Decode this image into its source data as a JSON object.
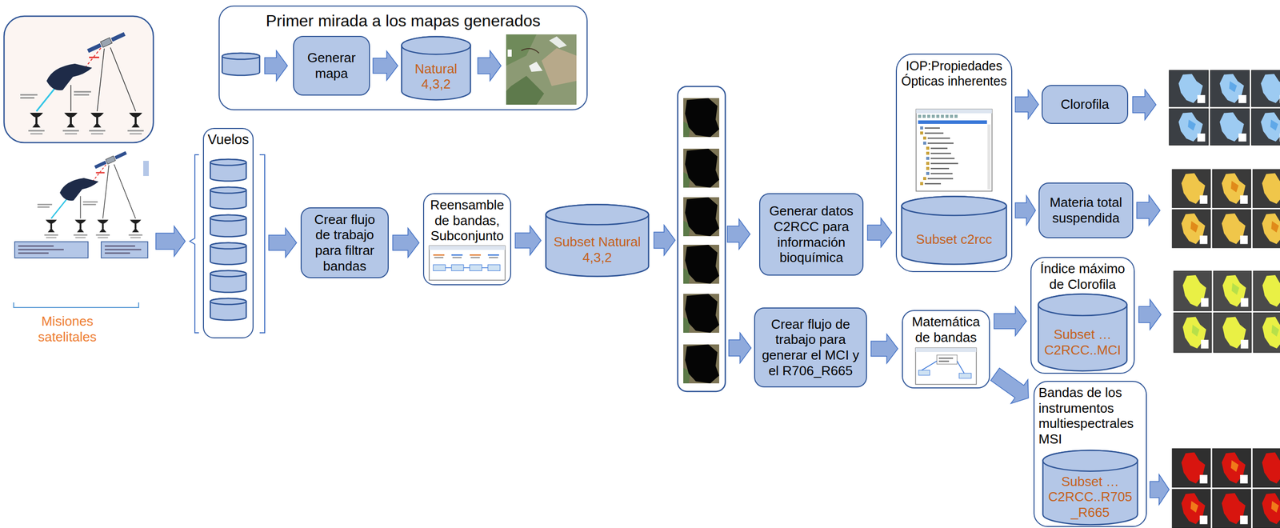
{
  "diagram": {
    "nodes": [
      {
        "text": [
          "Primer mirada a los mapas generados"
        ]
      },
      {
        "text": [
          "Generar mapa"
        ],
        "in": 0
      },
      {
        "text": [
          "Natural 4,3,2"
        ],
        "in": 0
      },
      {
        "text": [
          "Vuelos"
        ]
      },
      {
        "text": [
          "Crear flujo de trabajo para filtrar bandas"
        ]
      },
      {
        "text": [
          "Reensamble de bandas, Subconjunto"
        ]
      },
      {
        "text": [
          "Subset Natural 4,3,2"
        ]
      },
      {
        "text": [
          "Generar datos C2RCC para información bioquímica"
        ]
      },
      {
        "text": [
          "IOP:Propiedades Ópticas inherentes"
        ]
      },
      {
        "text": [
          "Subset c2rcc"
        ],
        "in": 8
      },
      {
        "text": [
          "Clorofila"
        ]
      },
      {
        "text": [
          "Materia total suspendida"
        ]
      },
      {
        "text": [
          "Crear flujo de trabajo para generar el MCI y el R706_R665"
        ]
      },
      {
        "text": [
          "Matemática de bandas"
        ]
      },
      {
        "text": [
          "Índice máximo de Clorofila"
        ]
      },
      {
        "text": [
          "Subset … C2RCC..MCI"
        ],
        "in": 14
      },
      {
        "text": [
          "Bandas de los instrumentos multiespectrales MSI"
        ]
      },
      {
        "text": [
          "Subset … C2RCC..R705_R665"
        ],
        "in": 16
      }
    ],
    "edges": [
      {
        "from": 1,
        "to": 2,
        "arrow": "to"
      },
      {
        "from": 3,
        "to": 4,
        "arrow": "to"
      },
      {
        "from": 4,
        "to": 5,
        "arrow": "to"
      },
      {
        "from": 5,
        "to": 6,
        "arrow": "to"
      },
      {
        "from": 7,
        "to": 8,
        "arrow": "to"
      },
      {
        "from": 8,
        "to": 10,
        "arrow": "to"
      },
      {
        "from": 8,
        "to": 11,
        "arrow": "to"
      },
      {
        "from": 12,
        "to": 13,
        "arrow": "to"
      },
      {
        "from": 13,
        "to": 14,
        "arrow": "to"
      },
      {
        "from": 13,
        "to": 16,
        "arrow": "to"
      }
    ],
    "labels": [
      "Misiones satelitales"
    ]
  }
}
